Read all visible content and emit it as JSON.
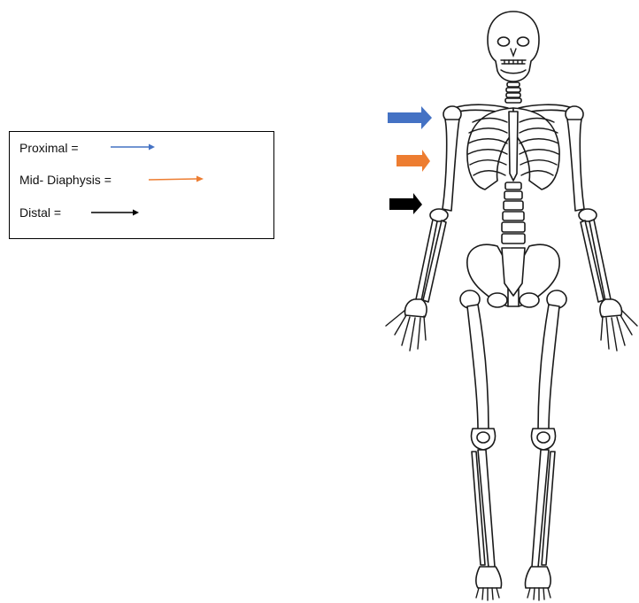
{
  "legend": {
    "items": [
      {
        "label": "Proximal =",
        "color": "#4472C4"
      },
      {
        "label": "Mid- Diaphysis =",
        "color": "#ED7D31"
      },
      {
        "label": "Distal =",
        "color": "#000000"
      }
    ]
  },
  "figure_arrows": [
    {
      "icon": "block-arrow-right",
      "color": "#4472C4"
    },
    {
      "icon": "block-arrow-right",
      "color": "#ED7D31"
    },
    {
      "icon": "block-arrow-right",
      "color": "#000000"
    }
  ],
  "figure": {
    "icon": "human-skeleton-anterior-view"
  }
}
